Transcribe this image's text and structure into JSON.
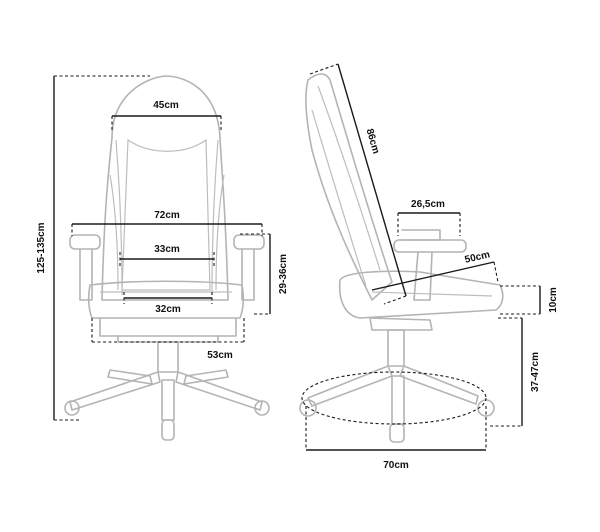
{
  "front_view": {
    "headrest_width": "45cm",
    "overall_width": "72cm",
    "backrest_width": "33cm",
    "seat_width": "32cm",
    "base_seat_width": "53cm",
    "total_height": "125-135cm",
    "armrest_height": "29-36cm"
  },
  "side_view": {
    "backrest_height": "86cm",
    "armrest_pad_length": "26,5cm",
    "seat_depth": "50cm",
    "seat_thickness": "10cm",
    "seat_height": "37-47cm",
    "base_diameter": "70cm"
  }
}
